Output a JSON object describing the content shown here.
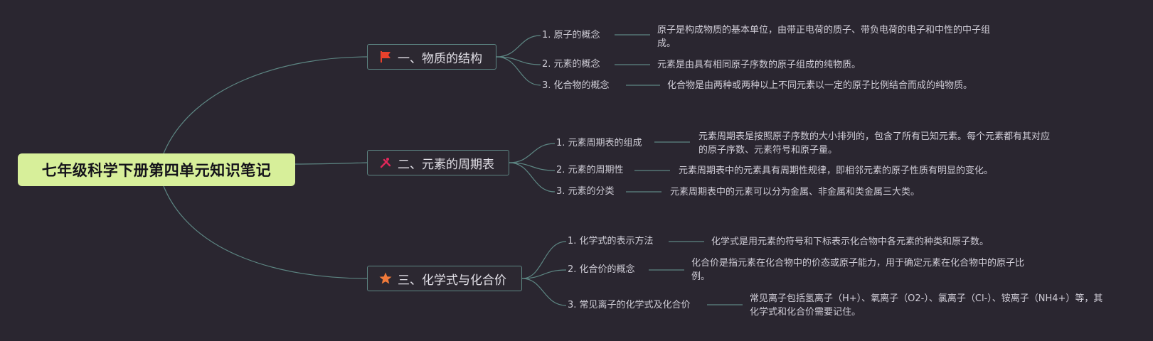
{
  "root": {
    "title": "七年级科学下册第四单元知识笔记"
  },
  "branches": [
    {
      "title": "一、物质的结构",
      "icon": "red-flag-icon",
      "items": [
        {
          "label": "1. 原子的概念",
          "detail": "原子是构成物质的基本单位，由带正电荷的质子、带负电荷的电子和中性的中子组成。"
        },
        {
          "label": "2. 元素的概念",
          "detail": "元素是由具有相同原子序数的原子组成的纯物质。"
        },
        {
          "label": "3. 化合物的概念",
          "detail": "化合物是由两种或两种以上不同元素以一定的原子比例结合而成的纯物质。"
        }
      ]
    },
    {
      "title": "二、元素的周期表",
      "icon": "tools-icon",
      "items": [
        {
          "label": "1. 元素周期表的组成",
          "detail": "元素周期表是按照原子序数的大小排列的，包含了所有已知元素。每个元素都有其对应的原子序数、元素符号和原子量。"
        },
        {
          "label": "2. 元素的周期性",
          "detail": "元素周期表中的元素具有周期性规律，即相邻元素的原子性质有明显的变化。"
        },
        {
          "label": "3. 元素的分类",
          "detail": "元素周期表中的元素可以分为金属、非金属和类金属三大类。"
        }
      ]
    },
    {
      "title": "三、化学式与化合价",
      "icon": "orange-star-icon",
      "items": [
        {
          "label": "1. 化学式的表示方法",
          "detail": "化学式是用元素的符号和下标表示化合物中各元素的种类和原子数。"
        },
        {
          "label": "2. 化合价的概念",
          "detail": "化合价是指元素在化合物中的价态或原子能力，用于确定元素在化合物中的原子比例。"
        },
        {
          "label": "3. 常见离子的化学式及化合价",
          "detail": "常见离子包括氢离子（H+）、氧离子（O2-）、氯离子（Cl-）、铵离子（NH4+）等，其化学式和化合价需要记住。"
        }
      ]
    }
  ],
  "colors": {
    "background": "#2a2630",
    "root_fill": "#d7ef9a",
    "link": "#5d8683",
    "node_border": "#5d8683",
    "flag": "#e8412c",
    "tools": "#e0285a",
    "star": "#f07a3a"
  }
}
